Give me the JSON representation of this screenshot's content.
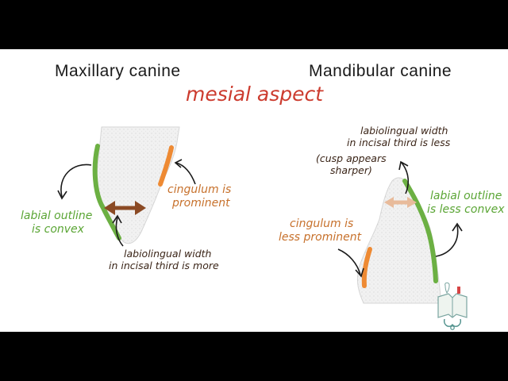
{
  "headings": {
    "left": "Maxillary canine",
    "right": "Mandibular canine",
    "subtitle": "mesial aspect"
  },
  "maxillary": {
    "labial_outline": [
      "labial outline",
      "is convex"
    ],
    "cingulum": [
      "cingulum is",
      "prominent"
    ],
    "width": [
      "labiolingual width",
      "in incisal third is more"
    ]
  },
  "mandibular": {
    "width": [
      "labiolingual width",
      "in incisal third is less"
    ],
    "cusp": [
      "(cusp appears",
      "sharper)"
    ],
    "labial_outline": [
      "labial outline",
      "is less convex"
    ],
    "cingulum": [
      "cingulum is",
      "less prominent"
    ]
  },
  "colors": {
    "background": "#ffffff",
    "letterbox": "#000000",
    "labial_green": "#6cb043",
    "cingulum_orange": "#ee8a33",
    "width_arrow_left": "#8b4a24",
    "width_arrow_right": "#e8bb9b",
    "subtitle_red": "#cc3b2e"
  },
  "icons": {
    "logo": "book-tooth-stethoscope-logo"
  }
}
